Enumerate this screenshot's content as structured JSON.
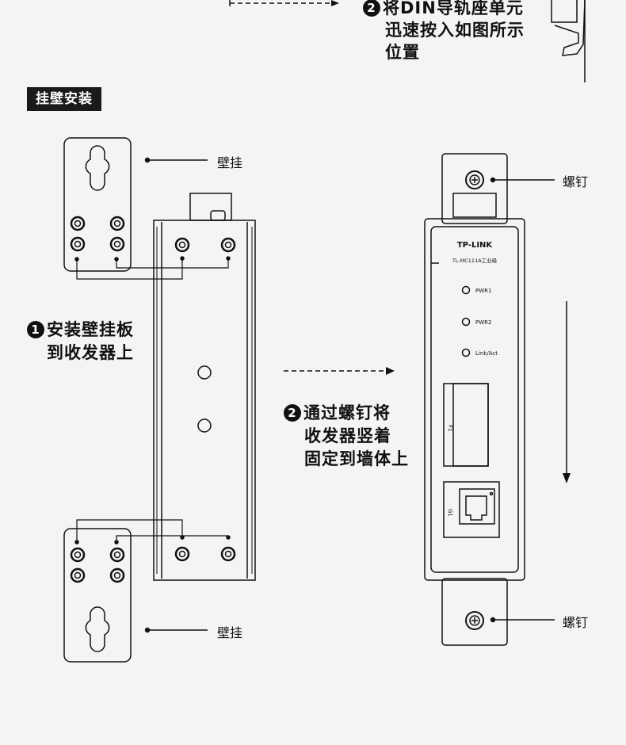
{
  "top_step": {
    "badge": "2",
    "line1": "将DIN导轨座单元",
    "line2": "迅速按入如图所示",
    "line3": "位置"
  },
  "section_title": "挂壁安装",
  "step1": {
    "badge": "1",
    "line1": "安装壁挂板",
    "line2": "到收发器上"
  },
  "step2": {
    "badge": "2",
    "line1": "通过螺钉将",
    "line2": "收发器竖着",
    "line3": "固定到墙体上"
  },
  "labels": {
    "wall_mount_top": "壁挂",
    "wall_mount_bottom": "壁挂",
    "screw_top": "螺钉",
    "screw_bottom": "螺钉"
  },
  "device": {
    "brand": "TP-LINK",
    "model": "TL-MC111A工业级",
    "led1": "PWR1",
    "led2": "PWR2",
    "led3": "Link/Act",
    "port_f1": "F1",
    "port_g1": "G1"
  }
}
